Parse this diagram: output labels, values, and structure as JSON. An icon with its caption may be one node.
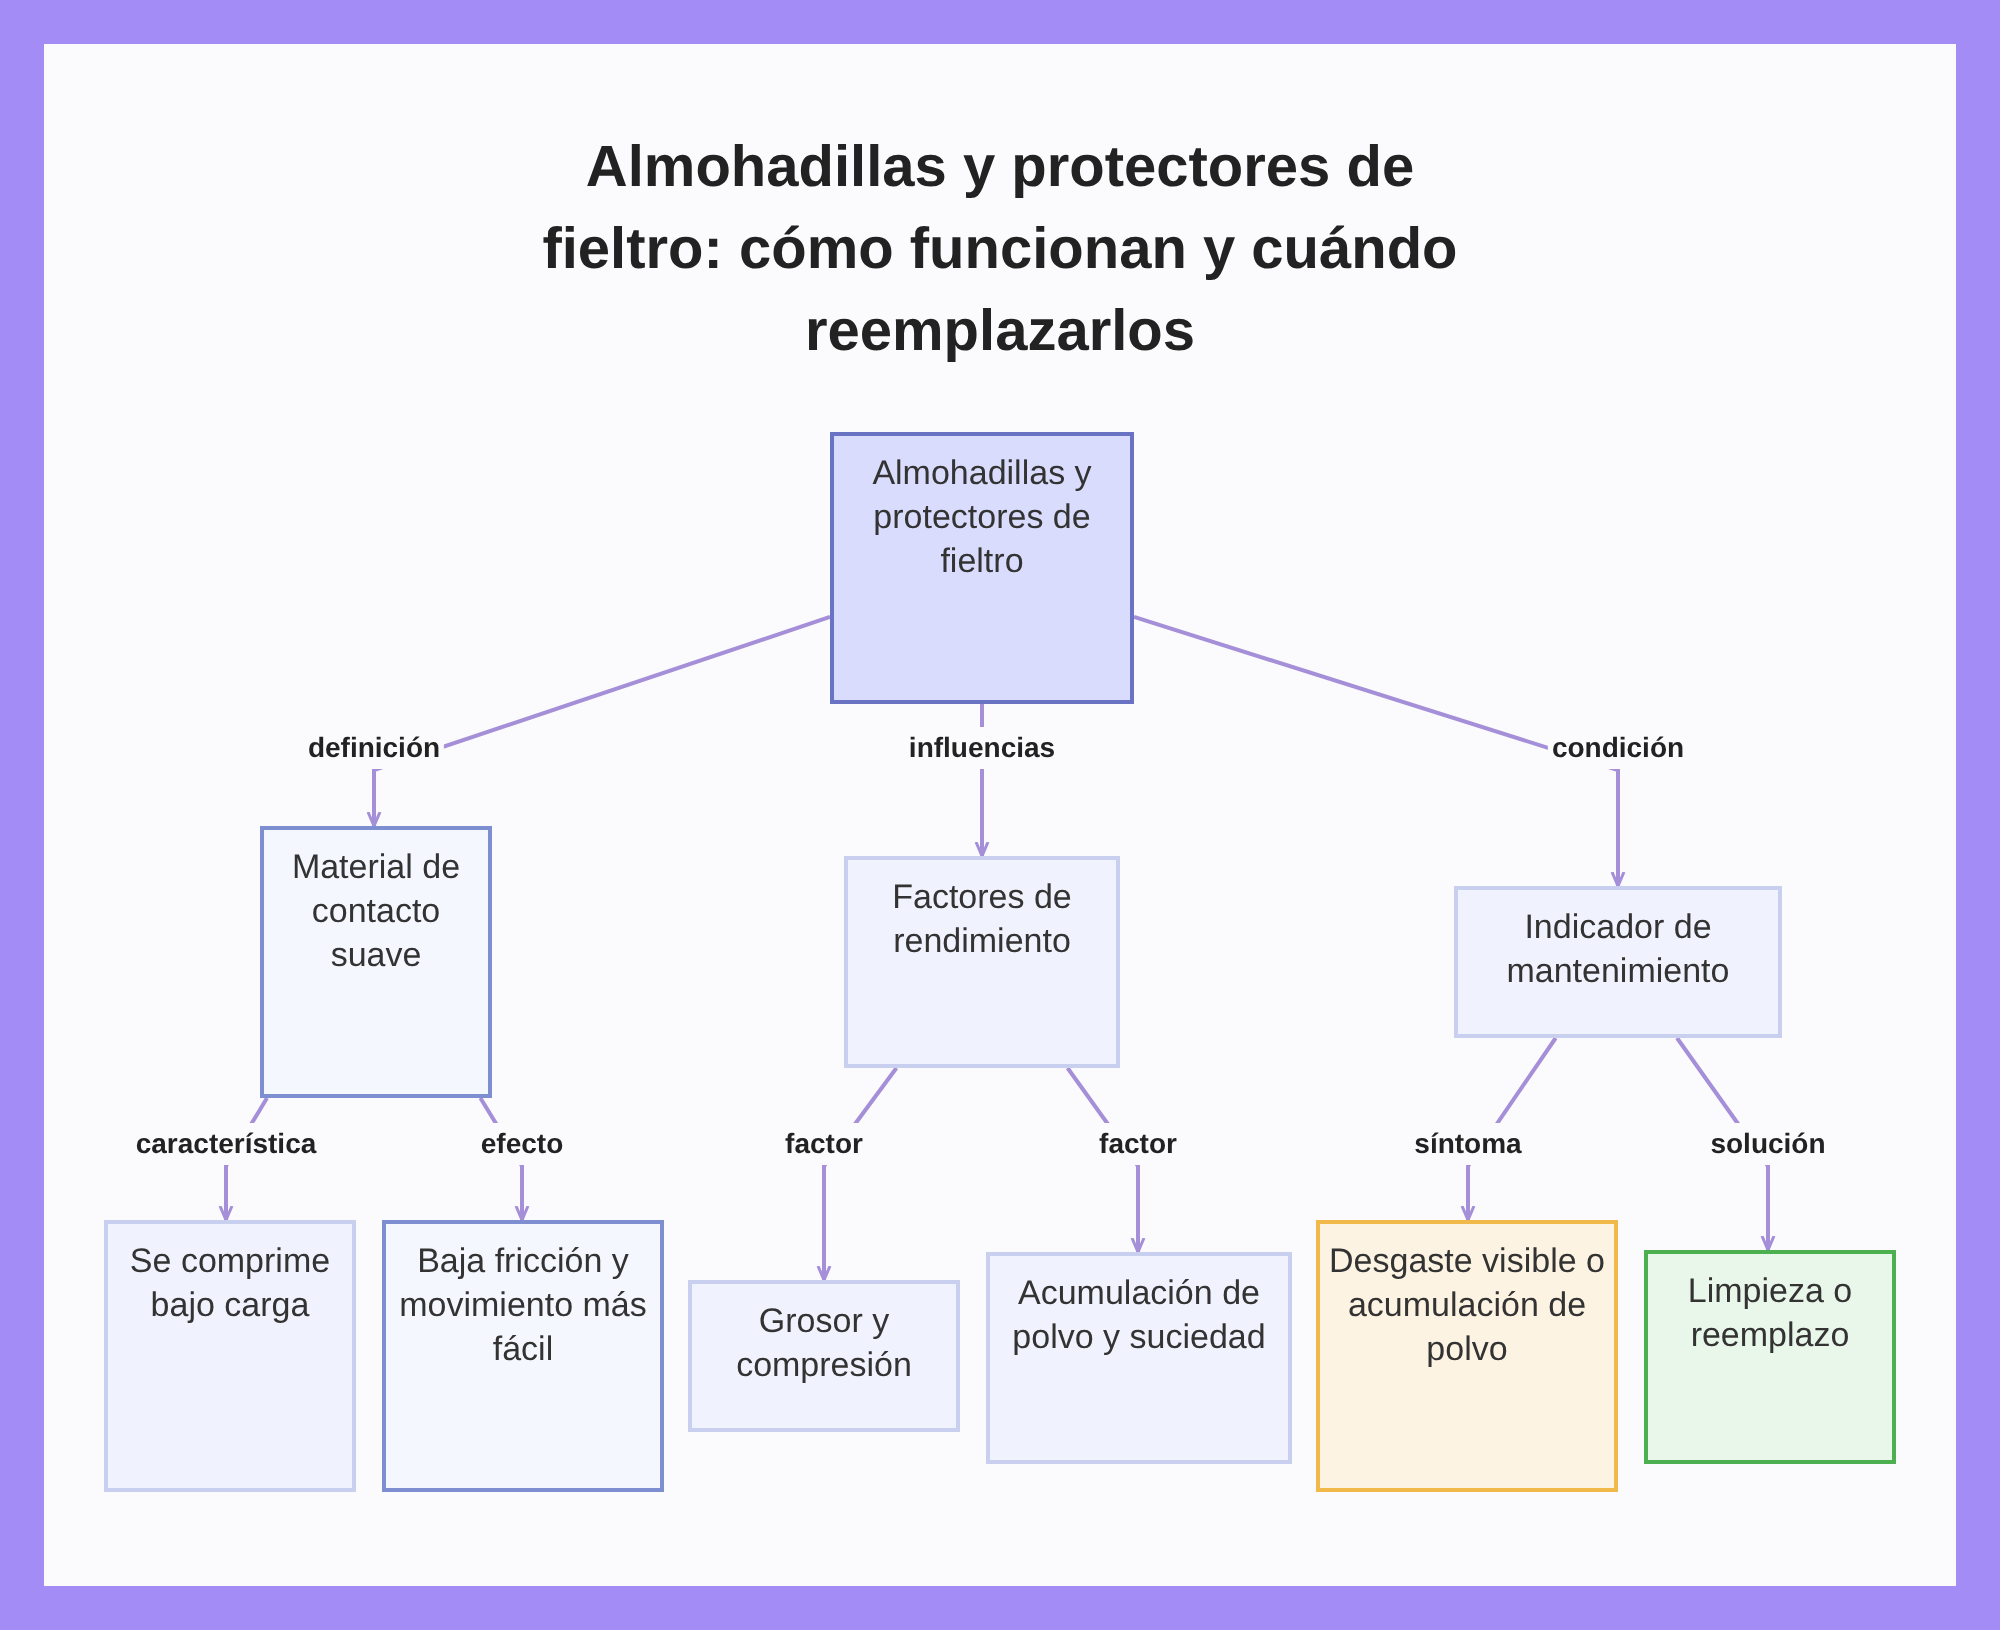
{
  "diagram": {
    "title": "Almohadillas y protectores de fieltro: cómo funcionan y cuándo reemplazarlos",
    "nodes": [
      {
        "text": [
          "Almohadillas y protectores de fieltro"
        ]
      },
      {
        "text": [
          "Material de contacto suave"
        ]
      },
      {
        "text": [
          "Factores de rendimiento"
        ]
      },
      {
        "text": [
          "Indicador de mantenimiento"
        ]
      },
      {
        "text": [
          "Se comprime bajo carga"
        ]
      },
      {
        "text": [
          "Baja fricción y movimiento más fácil"
        ]
      },
      {
        "text": [
          "Grosor y compresión"
        ]
      },
      {
        "text": [
          "Acumulación de polvo y suciedad"
        ]
      },
      {
        "text": [
          "Desgaste visible o acumulación de polvo"
        ]
      },
      {
        "text": [
          "Limpieza o reemplazo"
        ]
      }
    ],
    "edges": [
      {
        "from": 0,
        "to": 1,
        "arrow": "to",
        "label": "definición"
      },
      {
        "from": 0,
        "to": 2,
        "arrow": "to",
        "label": "influencias"
      },
      {
        "from": 0,
        "to": 3,
        "arrow": "to",
        "label": "condición"
      },
      {
        "from": 1,
        "to": 4,
        "arrow": "to",
        "label": "característica"
      },
      {
        "from": 1,
        "to": 5,
        "arrow": "to",
        "label": "efecto"
      },
      {
        "from": 2,
        "to": 6,
        "arrow": "to",
        "label": "factor"
      },
      {
        "from": 2,
        "to": 7,
        "arrow": "to",
        "label": "factor"
      },
      {
        "from": 3,
        "to": 8,
        "arrow": "to",
        "label": "síntoma"
      },
      {
        "from": 3,
        "to": 9,
        "arrow": "to",
        "label": "solución"
      }
    ]
  }
}
